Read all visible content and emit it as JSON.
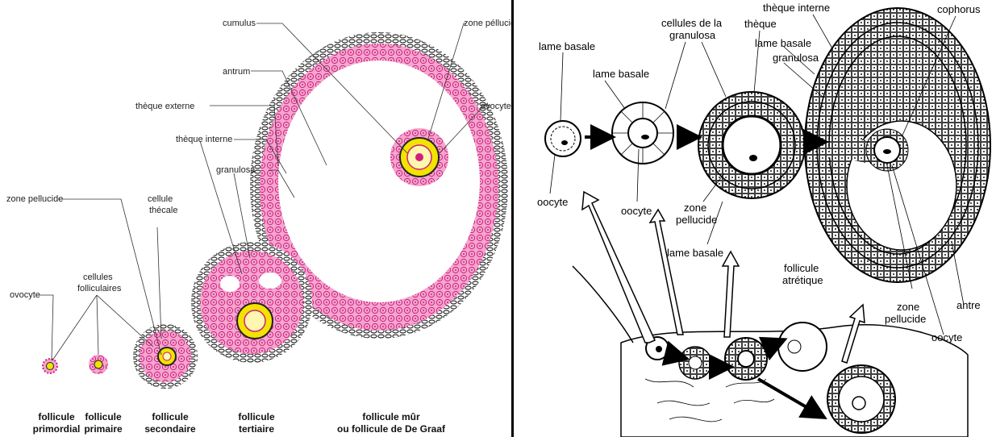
{
  "colors": {
    "pink": "#e0338a",
    "light_pink": "#f7c3de",
    "yellow": "#f2e300",
    "dark": "#1a1a1a"
  },
  "left": {
    "labels": {
      "cumulus": "cumulus",
      "zone_pellucide_top": "zone péllucide",
      "antrum": "antrum",
      "ovocyte_right": "ovocyte",
      "theque_externe": "thèque externe",
      "theque_interne": "thèque interne",
      "granulosa": "granulosa",
      "cellule_thecale_1": "cellule",
      "cellule_thecale_2": "thécale",
      "zone_pellucide_left": "zone pellucide",
      "cellules_folliculaires_1": "cellules",
      "cellules_folliculaires_2": "folliculaires",
      "ovocyte_left": "ovocyte"
    },
    "captions": [
      {
        "line1": "follicule",
        "line2": "primordial"
      },
      {
        "line1": "follicule",
        "line2": "primaire"
      },
      {
        "line1": "follicule",
        "line2": "secondaire"
      },
      {
        "line1": "follicule",
        "line2": "tertiaire"
      },
      {
        "line1": "follicule mûr",
        "line2": "ou follicule de De Graaf"
      }
    ]
  },
  "right": {
    "labels": {
      "lame_basale_1": "lame basale",
      "lame_basale_2": "lame basale",
      "cellules_granulosa_1": "cellules de la",
      "cellules_granulosa_2": "granulosa",
      "theque": "thèque",
      "theque_interne": "thèque interne",
      "lame_basale_3": "lame basale",
      "granulosa": "granulosa",
      "cophorus": "cophorus",
      "oocyte_1": "oocyte",
      "oocyte_2": "oocyte",
      "zone_pellucide_mid_1": "zone",
      "zone_pellucide_mid_2": "pellucide",
      "lame_basale_bottom": "lame basale",
      "follicule_atretique_1": "follicule",
      "follicule_atretique_2": "atrétique",
      "zone_pellucide_right_1": "zone",
      "zone_pellucide_right_2": "pellucide",
      "antre": "antre",
      "oocyte_3": "oocyte"
    }
  }
}
